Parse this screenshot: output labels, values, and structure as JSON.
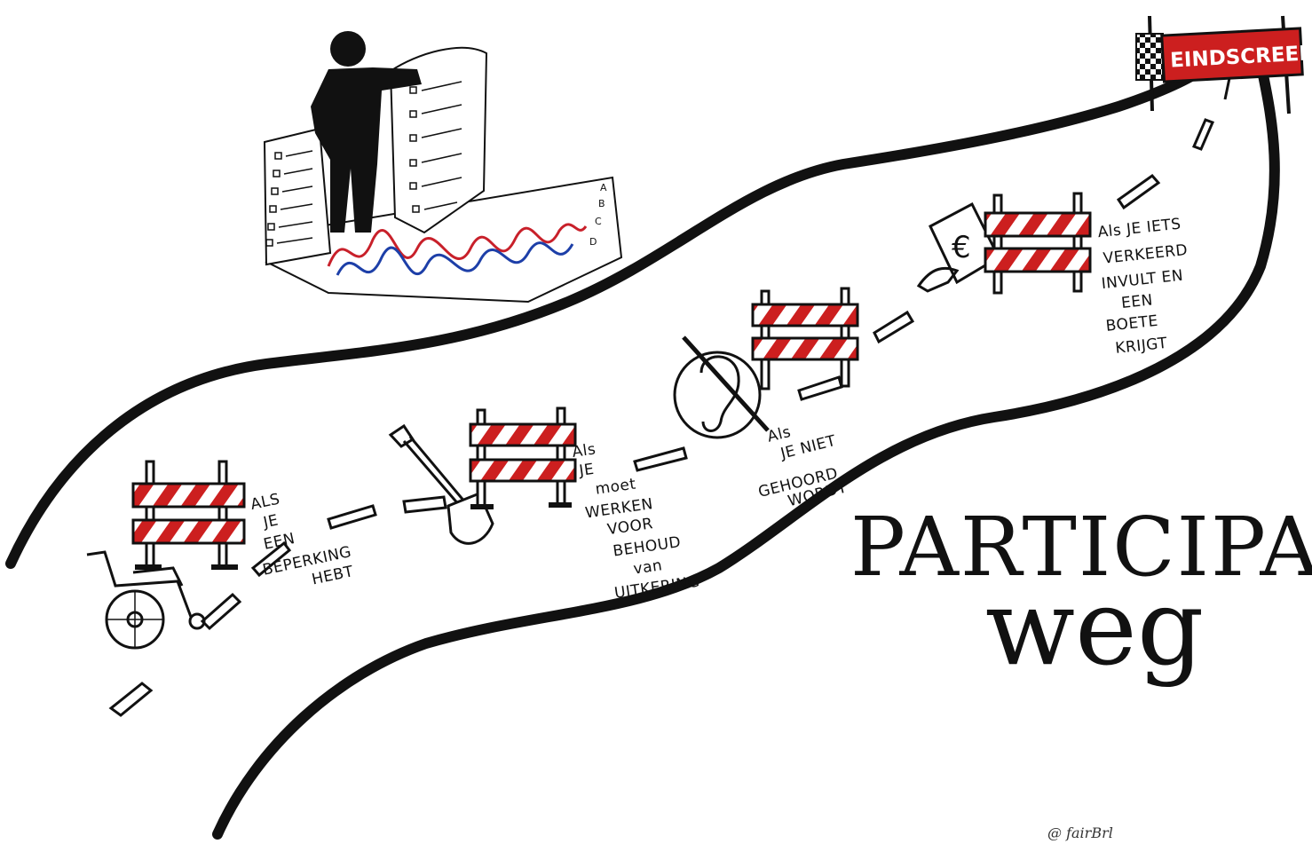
{
  "title": {
    "main": "PARTICIPATIE",
    "sub": "weg"
  },
  "finish_sign": {
    "label": "EINDSCREEP"
  },
  "barriers": [
    {
      "caption": [
        "ALS",
        "JE",
        "EEN",
        "BEPERKING",
        "HEBT"
      ]
    },
    {
      "caption": [
        "Als",
        "JE",
        "moet",
        "WERKEN",
        "VOOR",
        "BEHOUD",
        "van",
        "UITKERING"
      ]
    },
    {
      "caption": [
        "Als",
        "JE NIET",
        "GEHOORD",
        "WORDT"
      ]
    },
    {
      "caption": [
        "Als JE IETS",
        "VERKEERD",
        "INVULT EN",
        "EEN",
        "BOETE",
        "KRIJGT"
      ]
    }
  ],
  "form_options": [
    "A",
    "B",
    "C",
    "D"
  ],
  "signature": "@ fairBrl",
  "colors": {
    "ink": "#111111",
    "stripe_red": "#cc1f1f",
    "maze_red": "#c8202a",
    "maze_blue": "#1d3fa8",
    "paper": "#ffffff"
  },
  "icons": [
    "wheelchair-icon",
    "shovel-icon",
    "crossed-ear-icon",
    "fine-euro-icon",
    "person-with-forms-icon",
    "maze-map-icon",
    "finish-sign-icon"
  ]
}
